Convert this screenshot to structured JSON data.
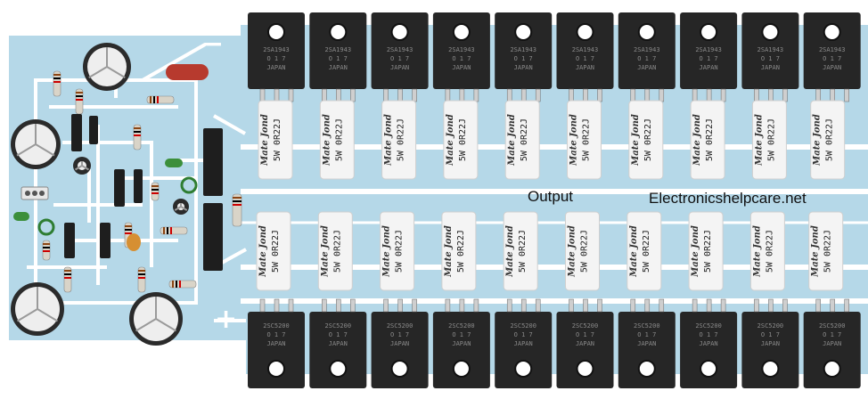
{
  "labels": {
    "output": "Output",
    "website": "Electronicshelpcare.net",
    "minus_terminal": "−",
    "plus_terminal": "+"
  },
  "resistor_print": {
    "brand": "Mate Jond",
    "rating": "5W",
    "value": "0R22J"
  },
  "transistor_print": {
    "top_row": [
      "2SA1943",
      "O 1 7",
      "JAPAN"
    ],
    "bottom_row": [
      "2SC5200",
      "O 1 7",
      "JAPAN"
    ]
  },
  "counts": {
    "transistors_per_row": 10,
    "resistors_per_row": 10
  },
  "colors": {
    "pcb": "#b5d8e8",
    "trace": "#ffffff",
    "transistor_body": "#262626",
    "resistor_body": "#f4f4f4",
    "capacitor_film": "#b73a2e",
    "electrolytic_cap": "#2b2b2b",
    "ceramic_cap": "#d68f32",
    "green_component": "#3c8f3b"
  },
  "icons": [
    "electrolytic-capacitor-icon",
    "resistor-icon",
    "transistor-icon",
    "diode-icon",
    "inductor-coil-icon"
  ]
}
